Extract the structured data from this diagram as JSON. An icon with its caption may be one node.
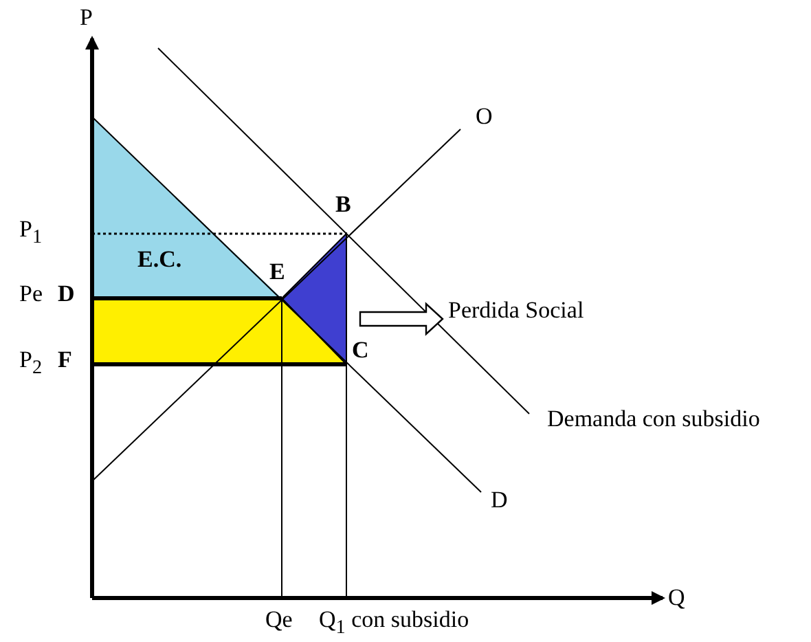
{
  "diagram": {
    "nodes": [
      {
        "text": [],
        "shape": "triangle"
      },
      {
        "text": [
          "Perdida Social"
        ]
      }
    ],
    "edges": [
      {
        "from": 0,
        "to": 1,
        "arrow": "to"
      }
    ],
    "labels": [
      "P",
      "O",
      "P$_{1}$",
      "B",
      "E.C.",
      "Pe",
      "D",
      "E",
      "P$_{2}$",
      "F",
      "C",
      "Demanda con subsidio",
      "D",
      "Qe",
      "Q$_{1}$ con subsidio",
      "Q"
    ]
  }
}
